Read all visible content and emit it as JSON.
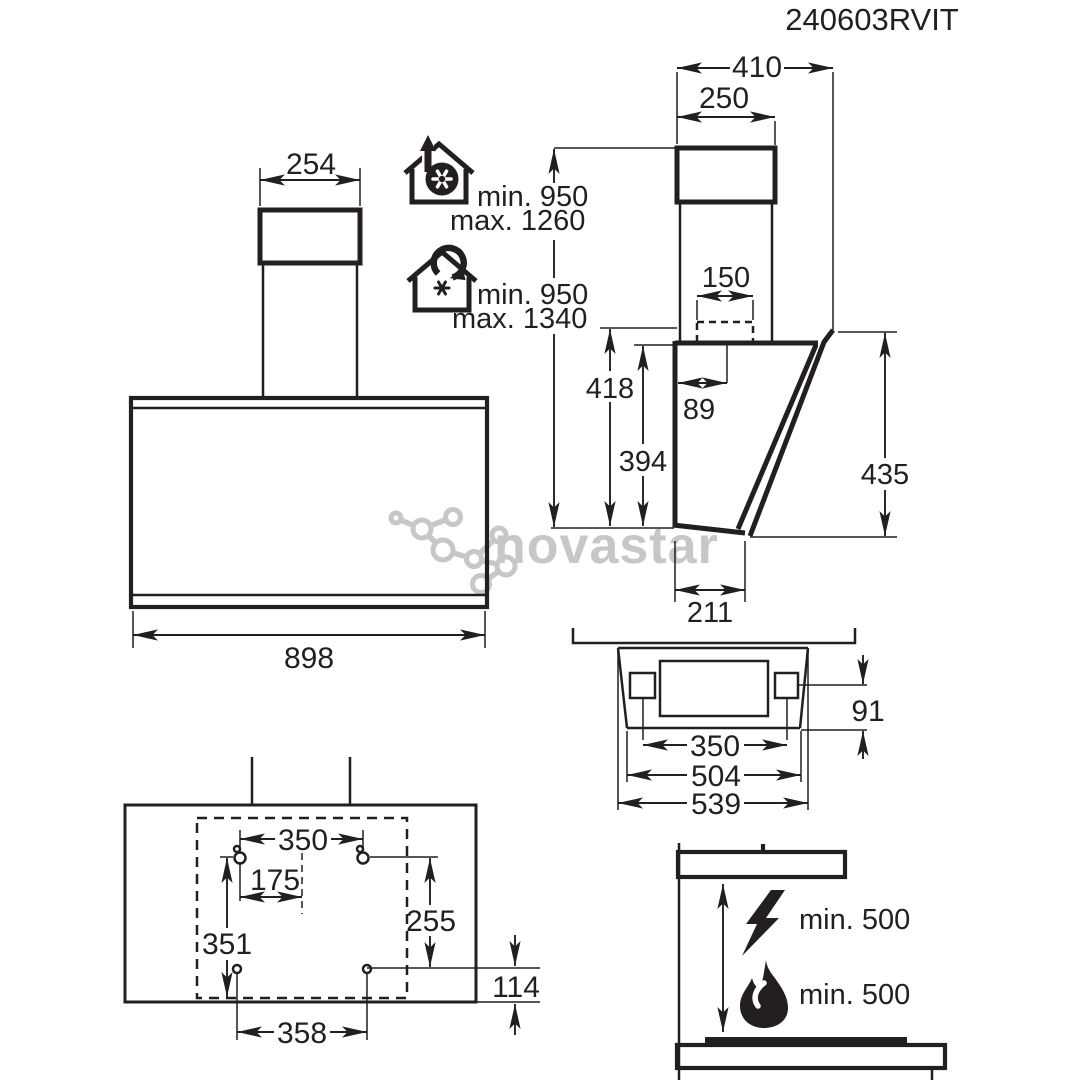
{
  "title": "240603RVIT",
  "watermark": "novastar",
  "colors": {
    "ink": "#231f20",
    "watermark": "#c7c7c7"
  },
  "heights": {
    "exhaust_min": "min. 950",
    "exhaust_max": "max. 1260",
    "recirc_min": "min. 950",
    "recirc_max": "max. 1340"
  },
  "front_view": {
    "chimney_width": "254",
    "body_width": "898"
  },
  "side_view": {
    "overall_depth": "410",
    "chimney_depth": "250",
    "duct_width": "150",
    "duct_offset": "89",
    "height_back": "418",
    "height_inner": "394",
    "glass_height": "435",
    "bottom_depth": "211"
  },
  "top_view": {
    "bracket_span": "350",
    "body_width": "504",
    "overall_width": "539",
    "bracket_inset": "91"
  },
  "template": {
    "top_holes_span": "350",
    "half_span": "175",
    "left_height": "351",
    "right_height": "255",
    "bottom_holes_span": "358",
    "bottom_offset": "114"
  },
  "clearance": {
    "electric": "min. 500",
    "gas": "min. 500"
  },
  "icons": {
    "exhaust": "house-exhaust-fan-icon",
    "recirculation": "house-recirculation-fan-icon",
    "electric": "lightning-bolt-icon",
    "gas": "flame-icon"
  }
}
